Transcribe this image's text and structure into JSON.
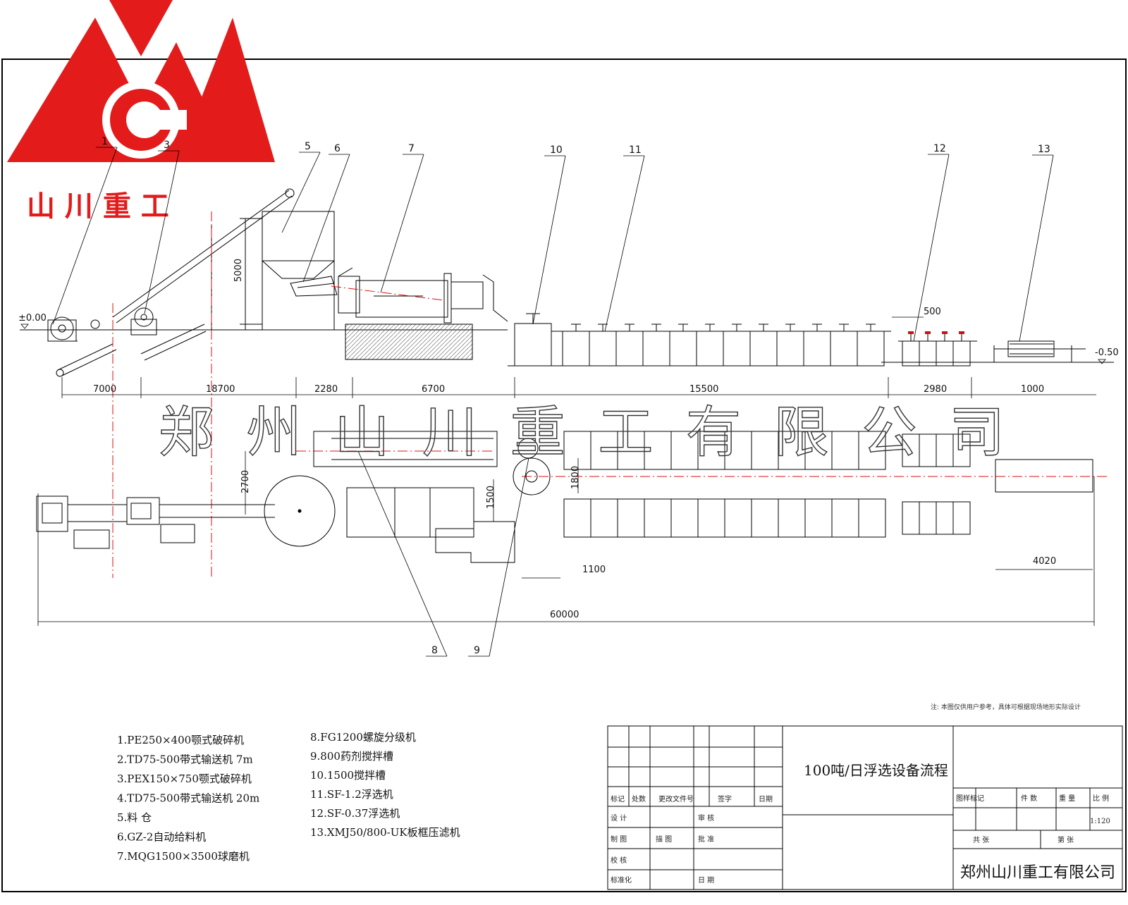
{
  "logo": {
    "brand_text": "山 川 重 工",
    "letter": "C"
  },
  "watermark": "郑州山川重工有限公司",
  "levels": {
    "ground": "±0.00",
    "low": "-0.50"
  },
  "callouts": [
    "1",
    "3",
    "5",
    "6",
    "7",
    "10",
    "11",
    "12",
    "13",
    "8",
    "9"
  ],
  "dimensions": {
    "d7000": "7000",
    "d18700": "18700",
    "d2280": "2280",
    "d6700": "6700",
    "d15500": "15500",
    "d2980": "2980",
    "d1000": "1000",
    "d500": "500",
    "d5000": "5000",
    "d2700": "2700",
    "d1500": "1500",
    "d1800": "1800",
    "d1100": "1100",
    "d4020": "4020",
    "d60000": "60000"
  },
  "legend_left": [
    "1.PE250×400颚式破碎机",
    "2.TD75-500带式输送机     7m",
    "3.PEX150×750颚式破碎机",
    "4.TD75-500带式输送机     20m",
    "5.料  仓",
    "6.GZ-2自动给料机",
    "7.MQG1500×3500球磨机"
  ],
  "legend_right": [
    "8.FG1200螺旋分级机",
    "9.800药剂搅拌槽",
    "10.1500搅拌槽",
    "11.SF-1.2浮选机",
    "12.SF-0.37浮选机",
    "13.XMJ50/800-UK板框压滤机"
  ],
  "note": "注: 本图仅供用户参考，具体可根据现场地形实际设计",
  "title_block": {
    "drawing_title": "100吨/日浮选设备流程",
    "company": "郑州山川重工有限公司",
    "scale": "1:120",
    "row_labels": [
      "标记",
      "处数",
      "更改文件号",
      "签字",
      "日期"
    ],
    "left_rows": [
      [
        "设  计",
        "",
        "审  核"
      ],
      [
        "制  图",
        "描  图",
        "批  准"
      ],
      [
        "校  核",
        "",
        ""
      ],
      [
        "标准化",
        "",
        "日  期"
      ]
    ],
    "right_header": [
      "图样标记",
      "件  数",
      "重  量",
      "比  例"
    ],
    "right_bottom": [
      "共    张",
      "第    张"
    ]
  }
}
